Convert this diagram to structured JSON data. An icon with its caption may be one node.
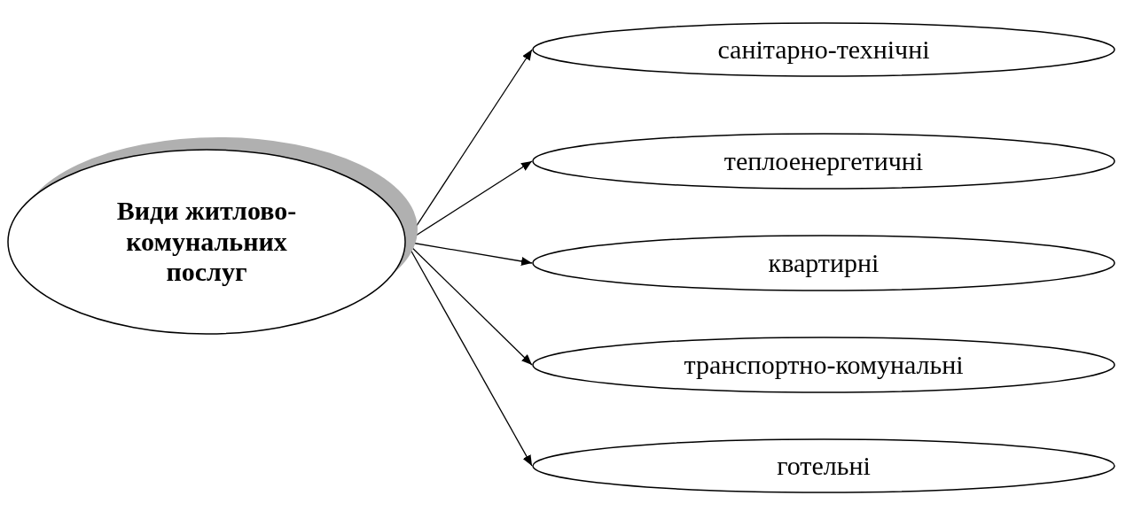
{
  "diagram": {
    "nodes": [
      {
        "text": [
          "Види житлово-комунальних послуг"
        ]
      },
      {
        "text": [
          "санітарно-технічні"
        ]
      },
      {
        "text": [
          "теплоенергетичні"
        ]
      },
      {
        "text": [
          "квартирні"
        ]
      },
      {
        "text": [
          "транспортно-комунальні"
        ]
      },
      {
        "text": [
          "готельні"
        ]
      }
    ],
    "edges": [
      {
        "from": 0,
        "to": 1,
        "arrow": "to"
      },
      {
        "from": 0,
        "to": 2,
        "arrow": "to"
      },
      {
        "from": 0,
        "to": 3,
        "arrow": "to"
      },
      {
        "from": 0,
        "to": 4,
        "arrow": "to"
      },
      {
        "from": 0,
        "to": 5,
        "arrow": "to"
      }
    ]
  }
}
